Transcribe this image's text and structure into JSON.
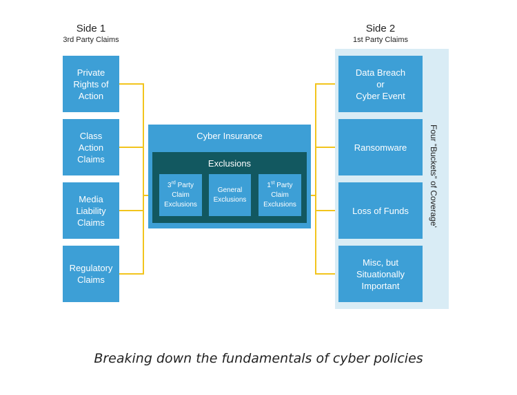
{
  "colors": {
    "box_blue": "#3d9fd6",
    "inner_dark": "#125860",
    "panel_bg": "#d9ecf5",
    "connector_yellow": "#f2c41c"
  },
  "side1": {
    "title": "Side 1",
    "subtitle": "3rd Party Claims",
    "boxes": [
      "Private\nRights of\nAction",
      "Class\nAction\nClaims",
      "Media\nLiability\nClaims",
      "Regulatory\nClaims"
    ]
  },
  "side2": {
    "title": "Side 2",
    "subtitle": "1st Party Claims",
    "boxes": [
      "Data Breach\nor\nCyber Event",
      "Ransomware",
      "Loss of Funds",
      "Misc, but\nSituationally\nImportant"
    ],
    "panel_label": "Four “Buckets” of Coverageʻ"
  },
  "center": {
    "title": "Cyber Insurance",
    "exclusions_title": "Exclusions",
    "left_box": {
      "pre": "3",
      "sup": "rd",
      "post": " Party",
      "rest": "Claim\nExclusions"
    },
    "middle_box": "General\nExclusions",
    "right_box": {
      "pre": "1",
      "sup": "st",
      "post": " Party",
      "rest": "Claim\nExclusions"
    }
  },
  "caption": "Breaking down the fundamentals of cyber policies"
}
